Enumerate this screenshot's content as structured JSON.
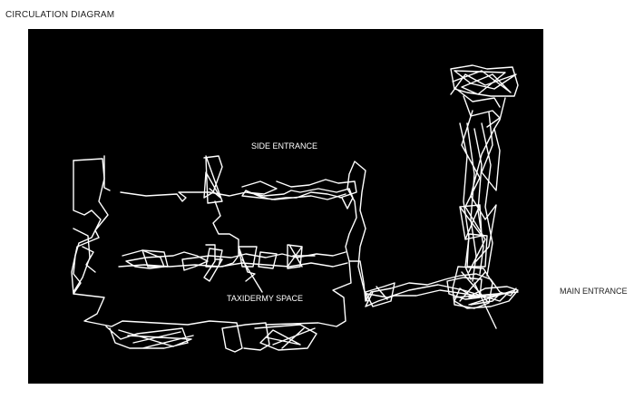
{
  "heading": "CIRCULATION DIAGRAM",
  "labels": {
    "side_entrance": "SIDE ENTRANCE",
    "taxidermy_space": "TAXIDERMY SPACE",
    "main_entrance": "MAIN ENTRANCE"
  },
  "colors": {
    "panel_background": "#000000",
    "path_stroke": "#ffffff",
    "page_background": "#ffffff"
  }
}
